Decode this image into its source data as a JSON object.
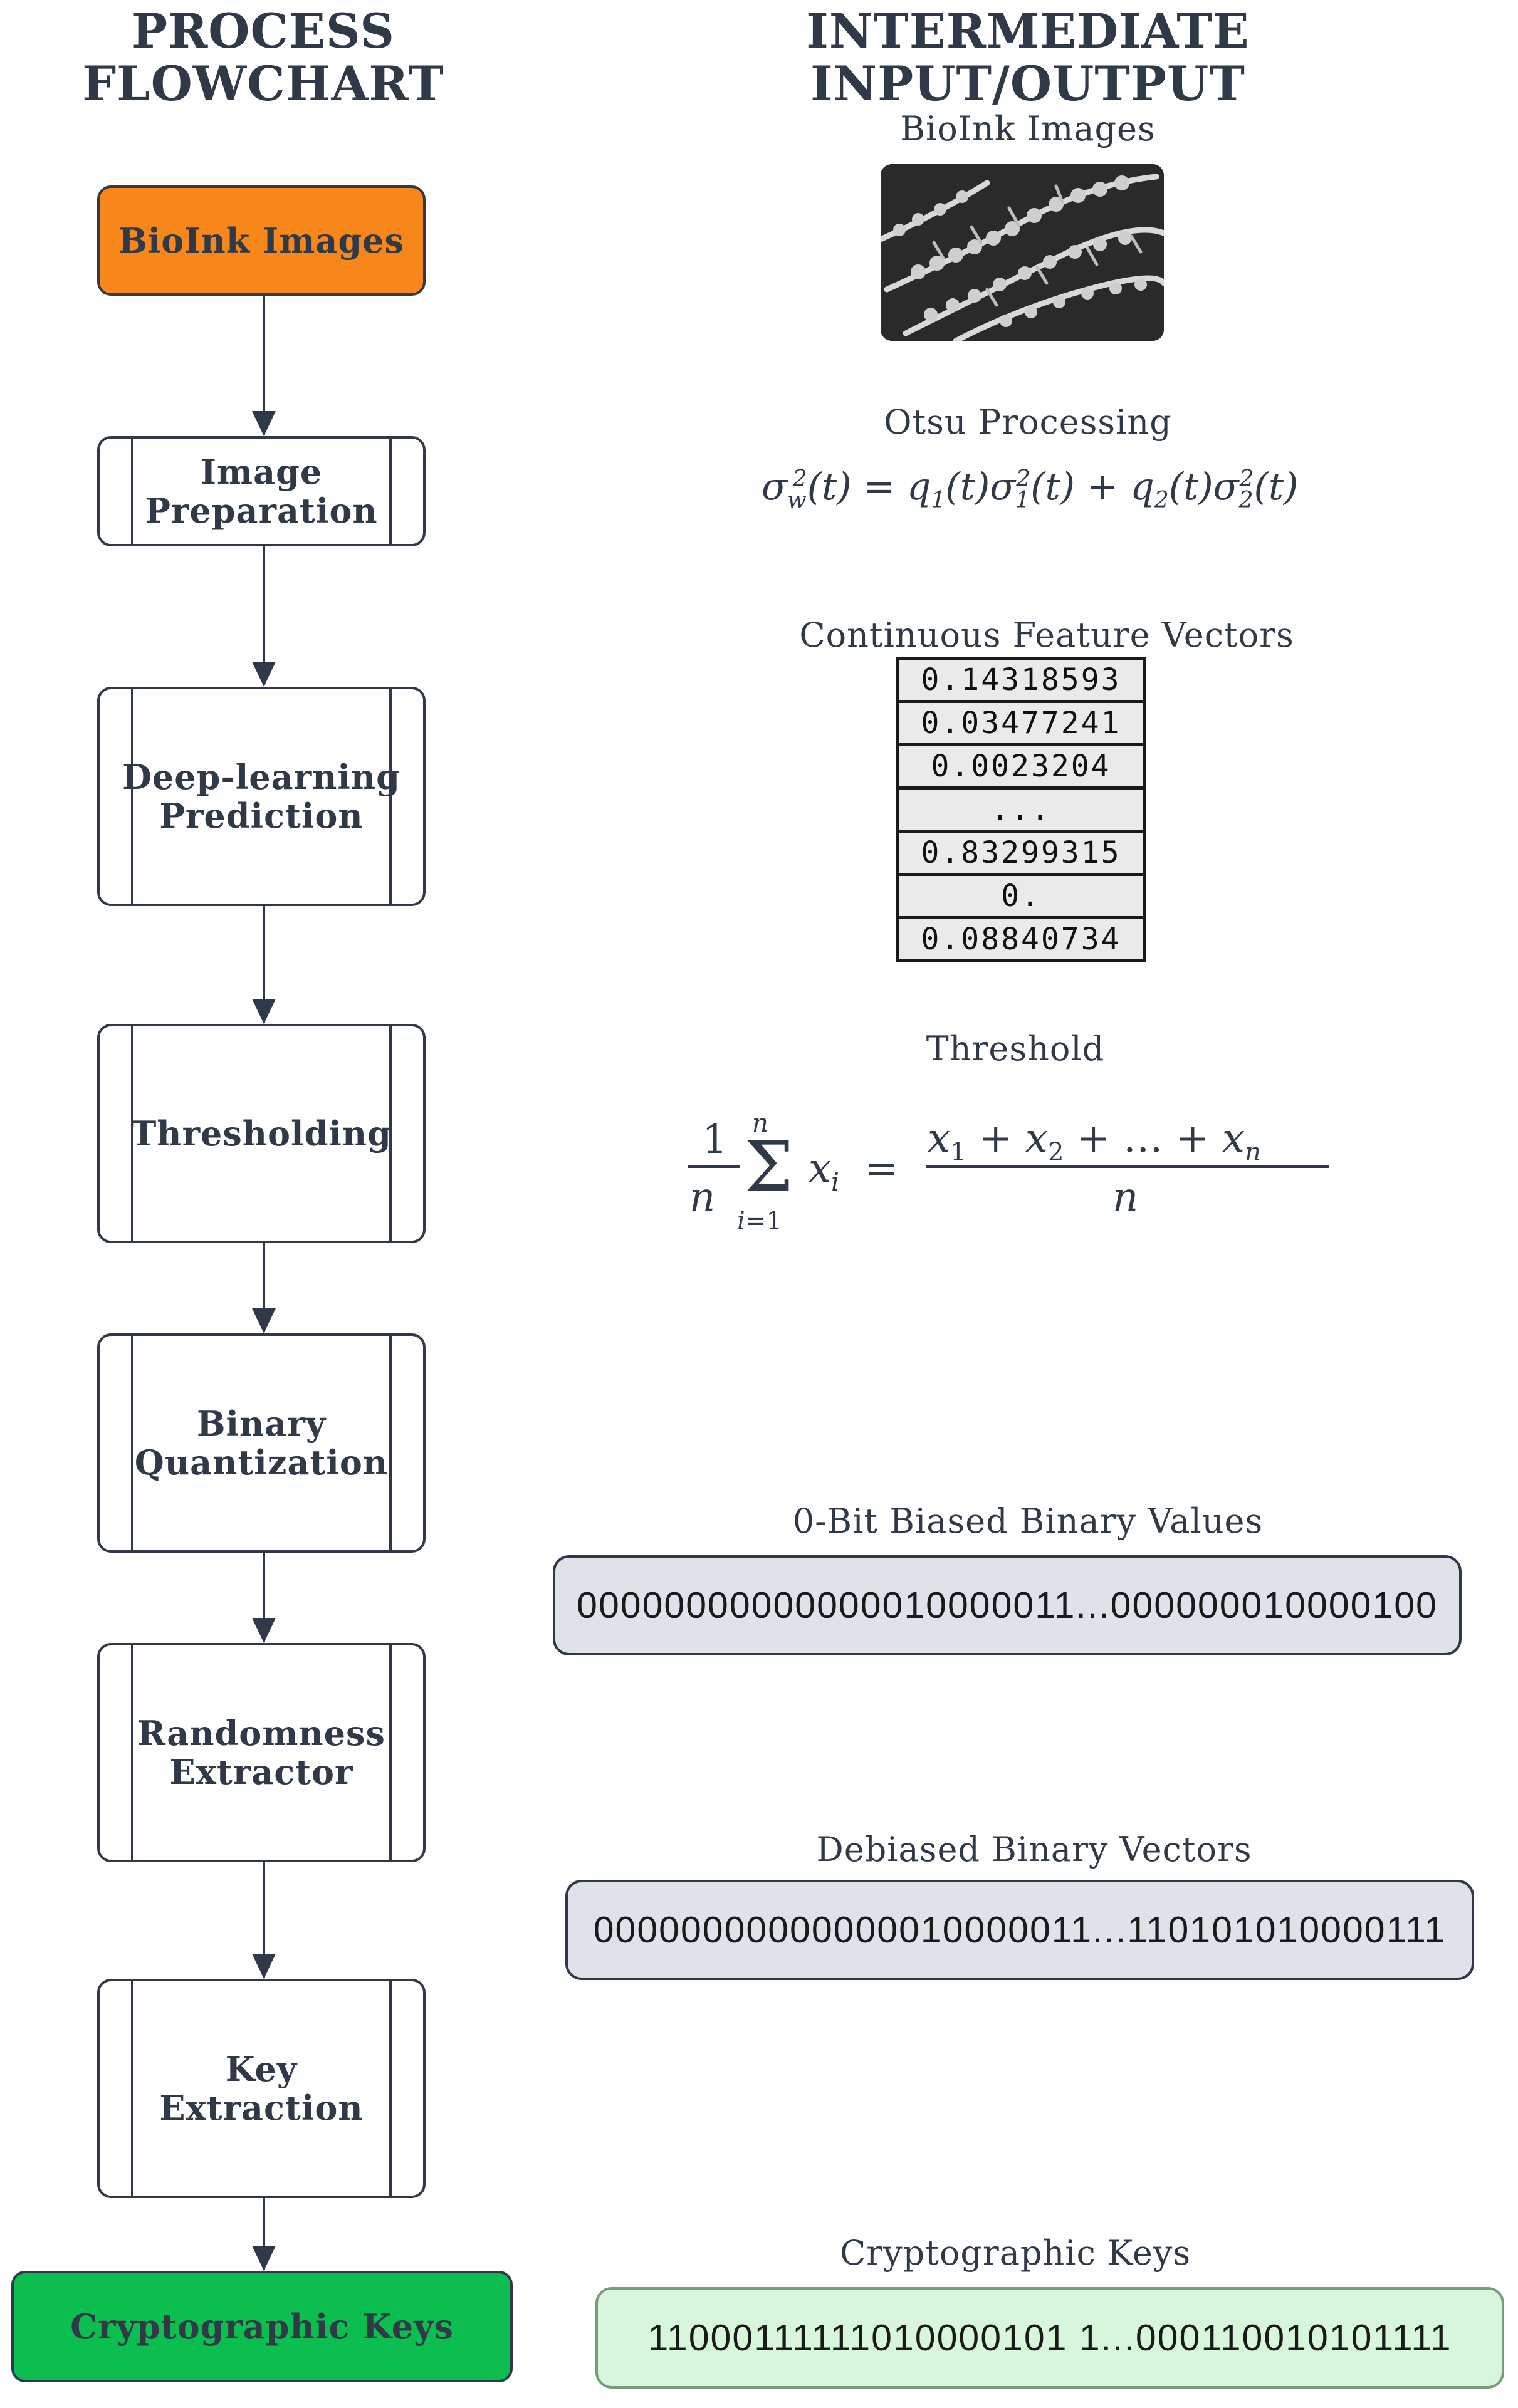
{
  "headers": {
    "left": [
      "PROCESS",
      "FLOWCHART"
    ],
    "right": [
      "INTERMEDIATE",
      "INPUT/OUTPUT"
    ]
  },
  "flowchart": {
    "steps": [
      {
        "label_lines": [
          "BioInk Images"
        ],
        "kind": "start",
        "color": "#f7861b"
      },
      {
        "label_lines": [
          "Image",
          "Preparation"
        ],
        "kind": "process"
      },
      {
        "label_lines": [
          "Deep-learning",
          "Prediction"
        ],
        "kind": "process"
      },
      {
        "label_lines": [
          "Thresholding"
        ],
        "kind": "process"
      },
      {
        "label_lines": [
          "Binary",
          "Quantization"
        ],
        "kind": "process"
      },
      {
        "label_lines": [
          "Randomness",
          "Extractor"
        ],
        "kind": "process"
      },
      {
        "label_lines": [
          "Key",
          "Extraction"
        ],
        "kind": "process"
      },
      {
        "label_lines": [
          "Cryptographic Keys"
        ],
        "kind": "end",
        "color": "#0bbe4f"
      }
    ]
  },
  "io": {
    "bioink": {
      "caption": "BioInk Images",
      "image": "grayscale fern-like bioink pattern"
    },
    "otsu": {
      "caption": "Otsu Processing"
    },
    "features": {
      "caption": "Continuous Feature Vectors",
      "values": [
        "0.14318593",
        "0.03477241",
        "0.0023204",
        "...",
        "0.83299315",
        "0.",
        "0.08840734"
      ]
    },
    "threshold": {
      "caption": "Threshold"
    },
    "biased": {
      "caption": "0-Bit Biased Binary Values",
      "value": "00000000000000010000011...000000010000100"
    },
    "debiased": {
      "caption": "Debiased Binary Vectors",
      "value": "00000000000000010000011...110101010000111"
    },
    "keys": {
      "caption": "Cryptographic Keys",
      "value": "11000111111010000101 1...000110010101111"
    }
  }
}
